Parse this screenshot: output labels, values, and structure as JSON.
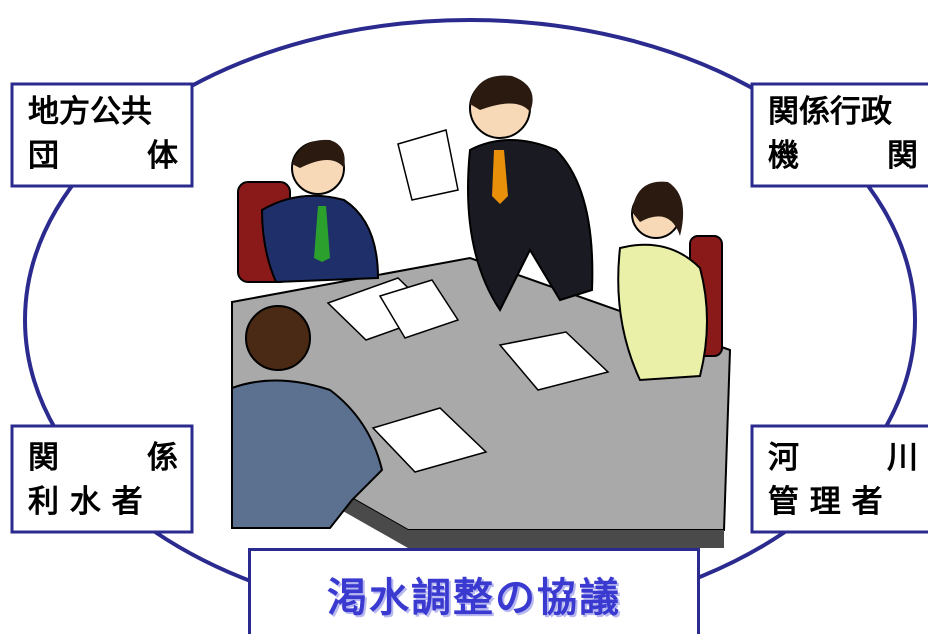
{
  "diagram": {
    "title": "渇水調整の協議",
    "nodes": {
      "top_left": {
        "line1": "地方公共",
        "line2": [
          "団",
          "体"
        ]
      },
      "top_right": {
        "line1": "関係行政",
        "line2": [
          "機",
          "関"
        ]
      },
      "bottom_left": {
        "line1": [
          "関",
          "係"
        ],
        "line2": "利 水 者"
      },
      "bottom_right": {
        "line1": [
          "河",
          "川"
        ],
        "line2": "管 理 者"
      }
    }
  },
  "colors": {
    "frame": "#2b2b8f",
    "title": "#3a3ad0",
    "table": "#a8a8a8"
  }
}
